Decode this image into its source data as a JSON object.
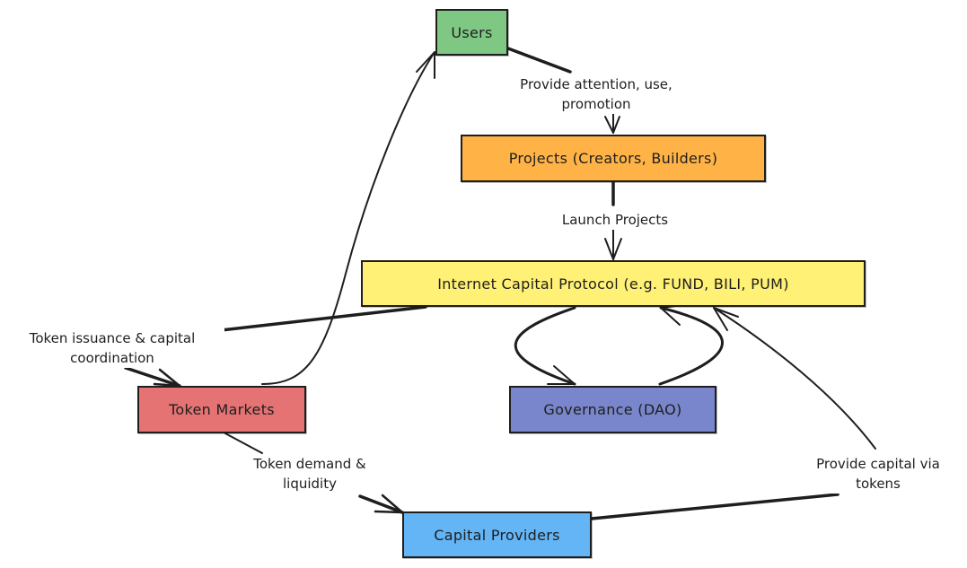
{
  "diagram": {
    "nodes": [
      {
        "id": "users",
        "label": "Users",
        "fill": "#7ec883"
      },
      {
        "id": "projects",
        "label": "Projects (Creators, Builders)",
        "fill": "#ffb347"
      },
      {
        "id": "protocol",
        "label": "Internet Capital Protocol (e.g. FUND, BILI, PUM)",
        "fill": "#fff176"
      },
      {
        "id": "markets",
        "label": "Token Markets",
        "fill": "#e57373"
      },
      {
        "id": "governance",
        "label": "Governance (DAO)",
        "fill": "#7986cb"
      },
      {
        "id": "capital",
        "label": "Capital Providers",
        "fill": "#64b5f6"
      }
    ],
    "edges": [
      {
        "from": "users",
        "to": "projects",
        "label": "Provide attention, use,\npromotion"
      },
      {
        "from": "projects",
        "to": "protocol",
        "label": "Launch Projects"
      },
      {
        "from": "protocol",
        "to": "markets",
        "label": "Token issuance & capital\ncoordination"
      },
      {
        "from": "markets",
        "to": "users",
        "label": ""
      },
      {
        "from": "protocol",
        "to": "governance",
        "label": ""
      },
      {
        "from": "governance",
        "to": "protocol",
        "label": ""
      },
      {
        "from": "markets",
        "to": "capital",
        "label": "Token demand &\nliquidity"
      },
      {
        "from": "capital",
        "to": "protocol",
        "label": "Provide capital via\ntokens"
      }
    ],
    "stroke_color": "#1e1e1e"
  }
}
